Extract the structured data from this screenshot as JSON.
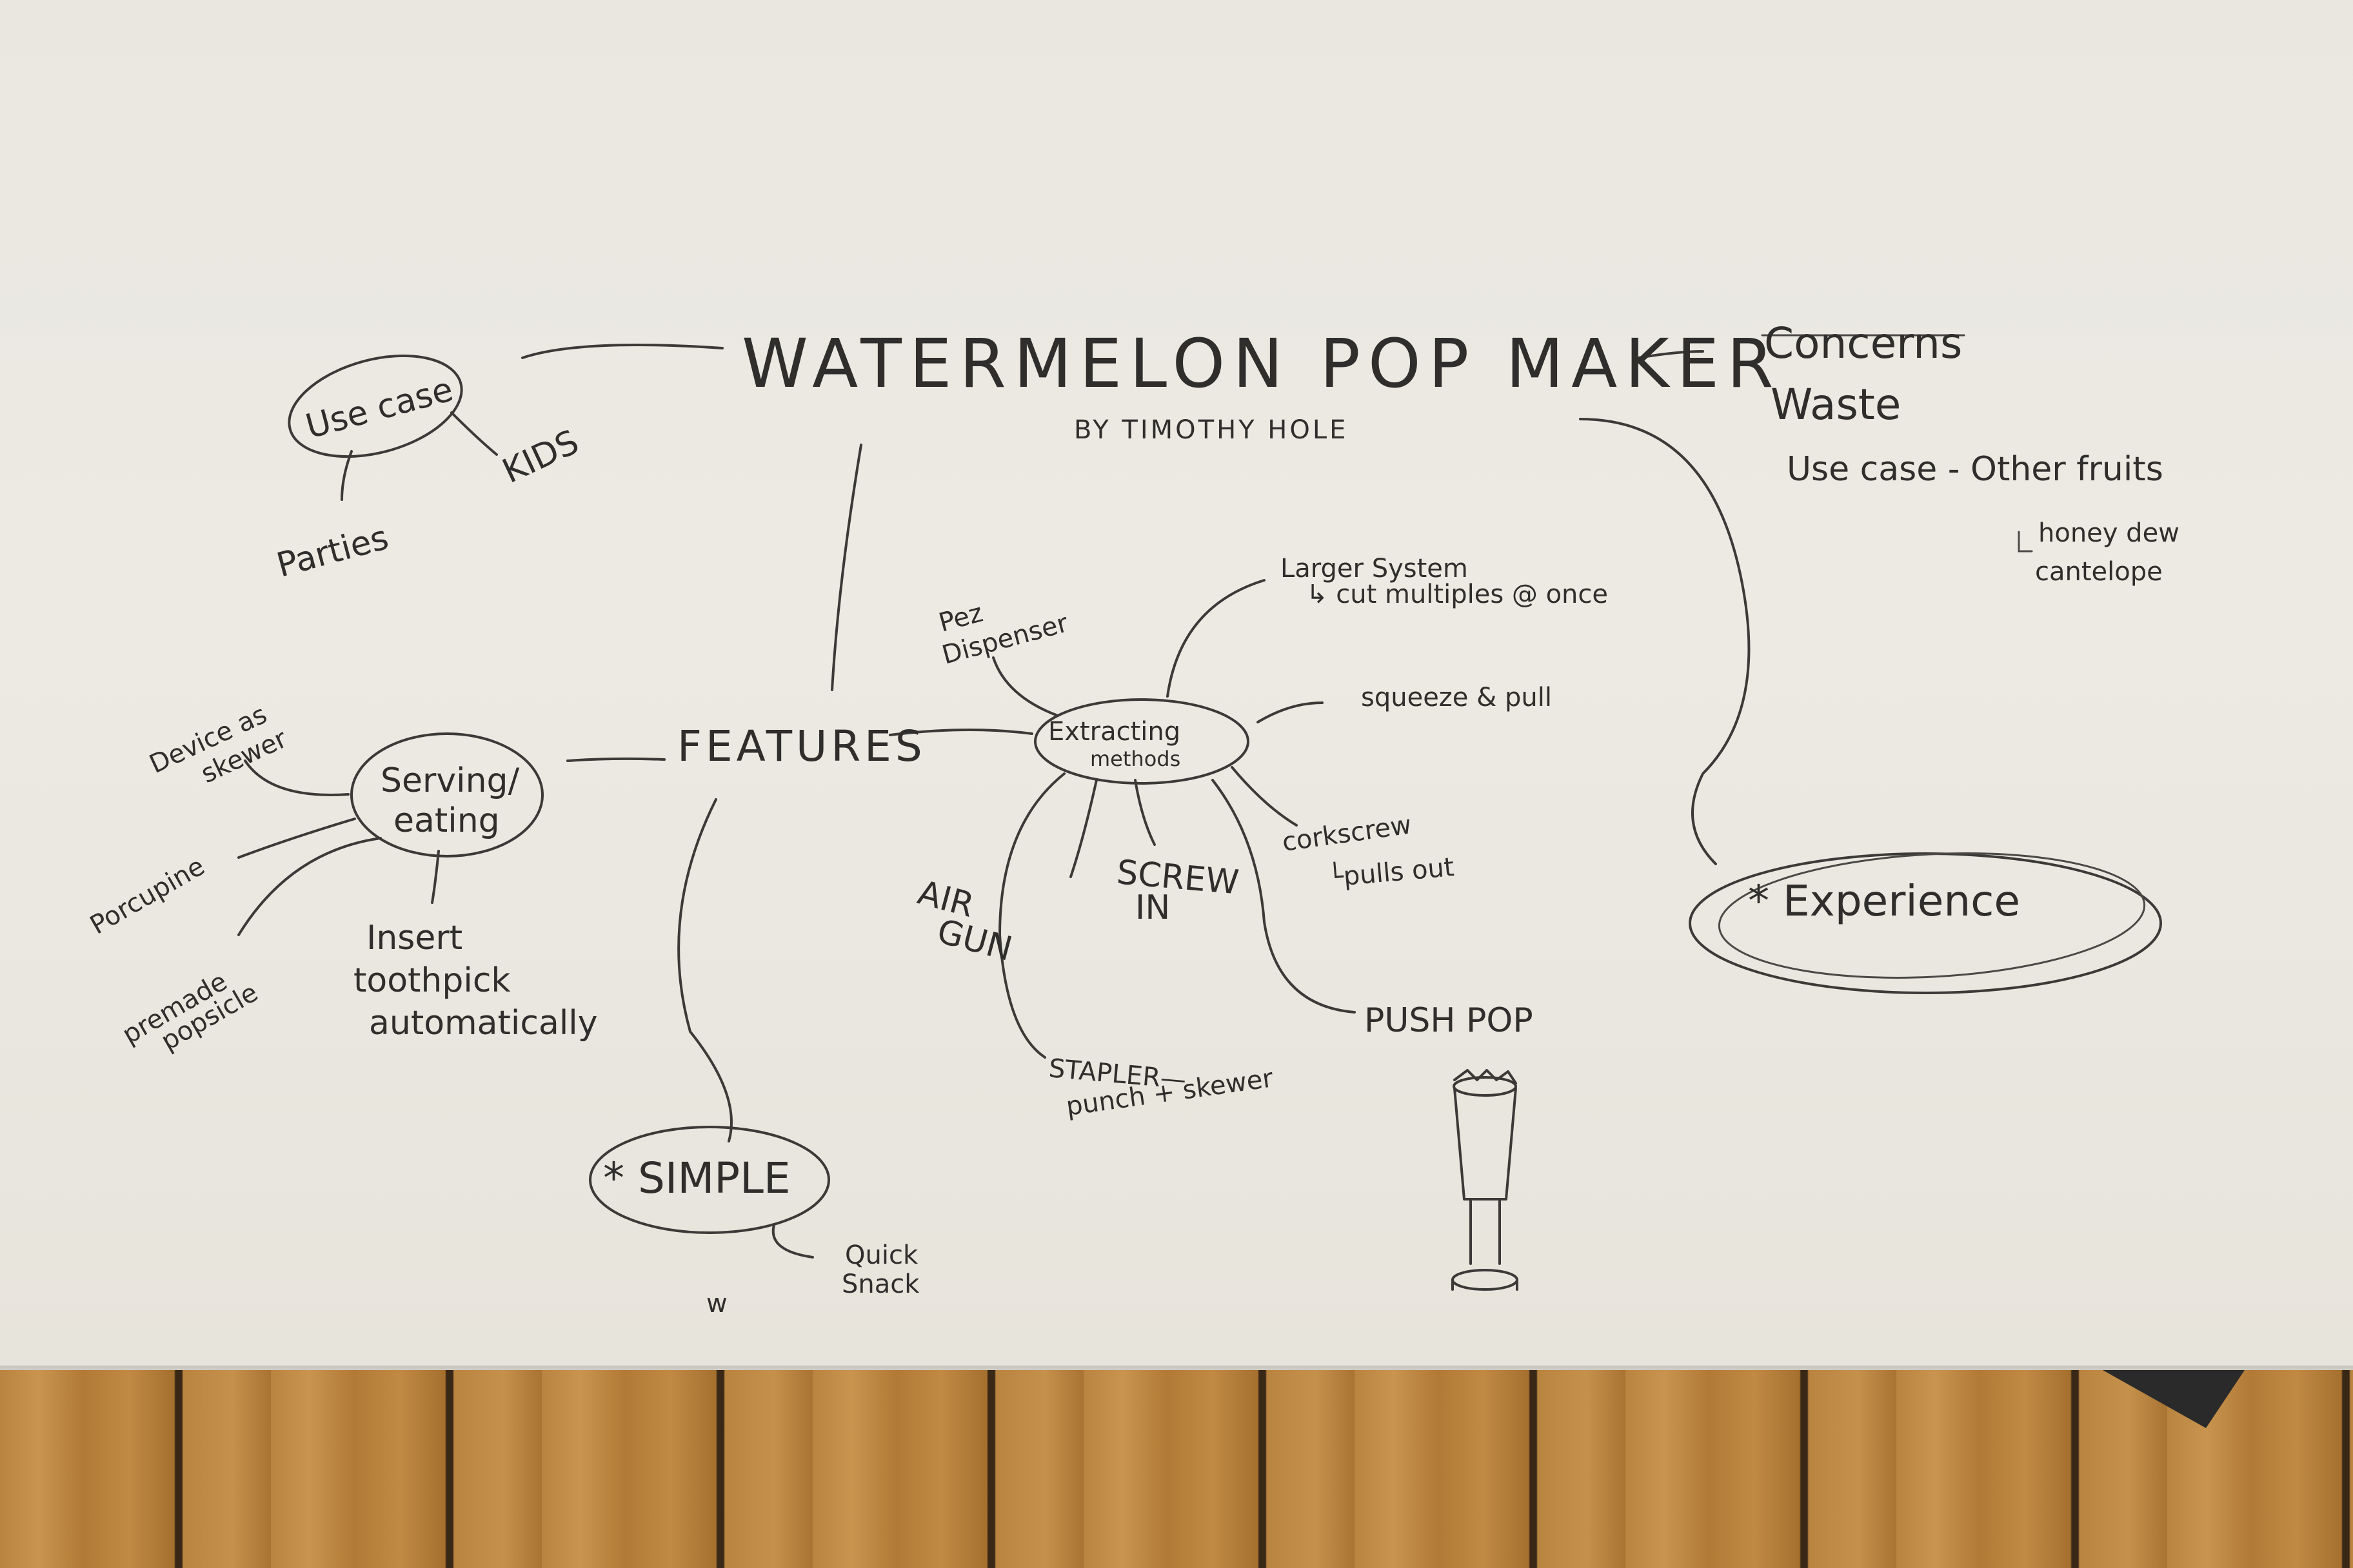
{
  "title": "WATERMELON POP MAKER",
  "byline": "BY TIMOTHY HOLE",
  "use_case": {
    "label": "Use case",
    "children": [
      "KIDS",
      "Parties"
    ]
  },
  "concerns": {
    "label": "Concerns",
    "items": [
      "Waste",
      "Use case - Other fruits"
    ],
    "sub_arrow": "↳",
    "sub_items": [
      "honey dew",
      "cantelope"
    ]
  },
  "features": {
    "label": "FEATURES"
  },
  "serving": {
    "label_line1": "Serving/",
    "label_line2": "eating",
    "children": [
      [
        "Device as",
        "skewer"
      ],
      [
        "Porcupine"
      ],
      [
        "premade",
        "popsicle"
      ],
      [
        "Insert",
        "toothpick",
        "automatically"
      ]
    ]
  },
  "extracting": {
    "label_line1": "Extracting",
    "label_line2": "methods",
    "children": [
      [
        "Pez",
        "Dispenser"
      ],
      [
        "Larger System",
        "↳ cut multiples @ once"
      ],
      [
        "squeeze & pull"
      ],
      [
        "corkscrew",
        "└pulls out"
      ],
      [
        "PUSH POP"
      ],
      [
        "SCREW",
        "IN"
      ],
      [
        "AIR",
        "GUN"
      ],
      [
        "STAPLER—",
        "punch + skewer"
      ]
    ]
  },
  "simple": {
    "label": "* SIMPLE",
    "child": [
      "Quick",
      "Snack"
    ]
  },
  "experience": {
    "label": "* Experience"
  },
  "stray_mark": "w"
}
